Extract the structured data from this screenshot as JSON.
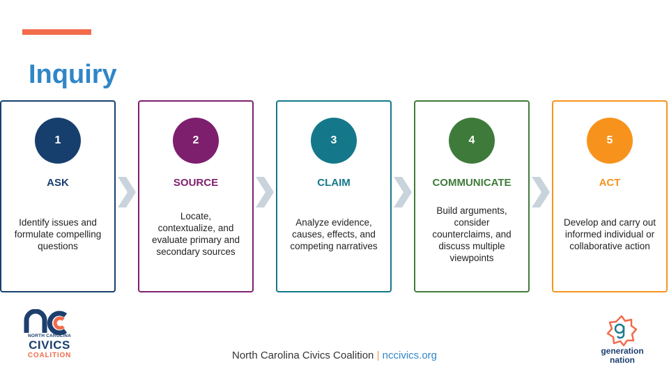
{
  "page": {
    "title": "Inquiry"
  },
  "steps": [
    {
      "number": "1",
      "title": "ASK",
      "description": "Identify issues and formulate compelling questions",
      "color": "#173f6e"
    },
    {
      "number": "2",
      "title": "SOURCE",
      "description": "Locate,\ncontextualize, and evaluate primary and secondary sources",
      "color": "#7e1f6e"
    },
    {
      "number": "3",
      "title": "CLAIM",
      "description": "Analyze evidence, causes, effects, and competing narratives",
      "color": "#14788a"
    },
    {
      "number": "4",
      "title": "COMMUNICATE",
      "description": "Build arguments,\nconsider\ncounterclaims, and discuss multiple viewpoints",
      "color": "#3e7b3a"
    },
    {
      "number": "5",
      "title": "ACT",
      "description": "Develop and carry out informed individual or collaborative action",
      "color": "#f7931d"
    }
  ],
  "chevron_color": "#c9d3dc",
  "footer": {
    "org": "North Carolina Civics Coalition",
    "separator": "|",
    "url": "nccivics.org"
  },
  "logos": {
    "nc": {
      "line1": "NORTH CAROLINA",
      "line2": "CIVICS",
      "line3": "COALITION"
    },
    "gn": {
      "text": "generation\nnation"
    }
  }
}
